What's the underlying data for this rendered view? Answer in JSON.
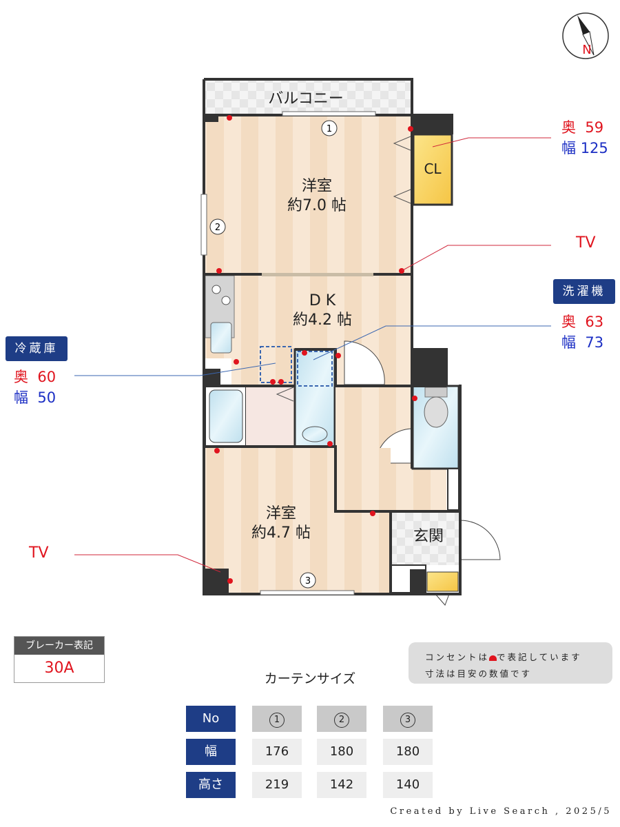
{
  "compass": {
    "label": "N",
    "icon": "north-arrow-icon"
  },
  "rooms": {
    "balcony": "バルコニー",
    "room1_name": "洋室",
    "room1_size": "約7.0 帖",
    "closet": "CL",
    "dk_name": "D K",
    "dk_size": "約4.2 帖",
    "room2_name": "洋室",
    "room2_size": "約4.7 帖",
    "entrance": "玄関"
  },
  "windows": [
    "1",
    "2",
    "3"
  ],
  "annotations": {
    "closet": {
      "depth_label": "奥",
      "depth": "59",
      "width_label": "幅",
      "width": "125"
    },
    "tv_right": "TV",
    "washer": {
      "title": "洗濯機",
      "depth_label": "奥",
      "depth": "63",
      "width_label": "幅",
      "width": "73"
    },
    "fridge": {
      "title": "冷蔵庫",
      "depth_label": "奥",
      "depth": "60",
      "width_label": "幅",
      "width": "50"
    },
    "tv_left": "TV"
  },
  "breaker": {
    "title": "ブレーカー表記",
    "value": "30A"
  },
  "note": {
    "line1_a": "コンセントは",
    "line1_b": "で表記しています",
    "line2": "寸法は目安の数値です"
  },
  "colors": {
    "accent_navy": "#1e3d86",
    "outlet_red": "#e0141e",
    "depth_red": "#e0141e",
    "width_blue": "#1c2fc4"
  },
  "curtain": {
    "title": "カーテンサイズ",
    "headers": [
      "No",
      "1",
      "2",
      "3"
    ],
    "rows": [
      {
        "label": "幅",
        "values": [
          "176",
          "180",
          "180"
        ]
      },
      {
        "label": "高さ",
        "values": [
          "219",
          "142",
          "140"
        ]
      }
    ]
  },
  "footer": "Created by Live Search , 2025/5"
}
